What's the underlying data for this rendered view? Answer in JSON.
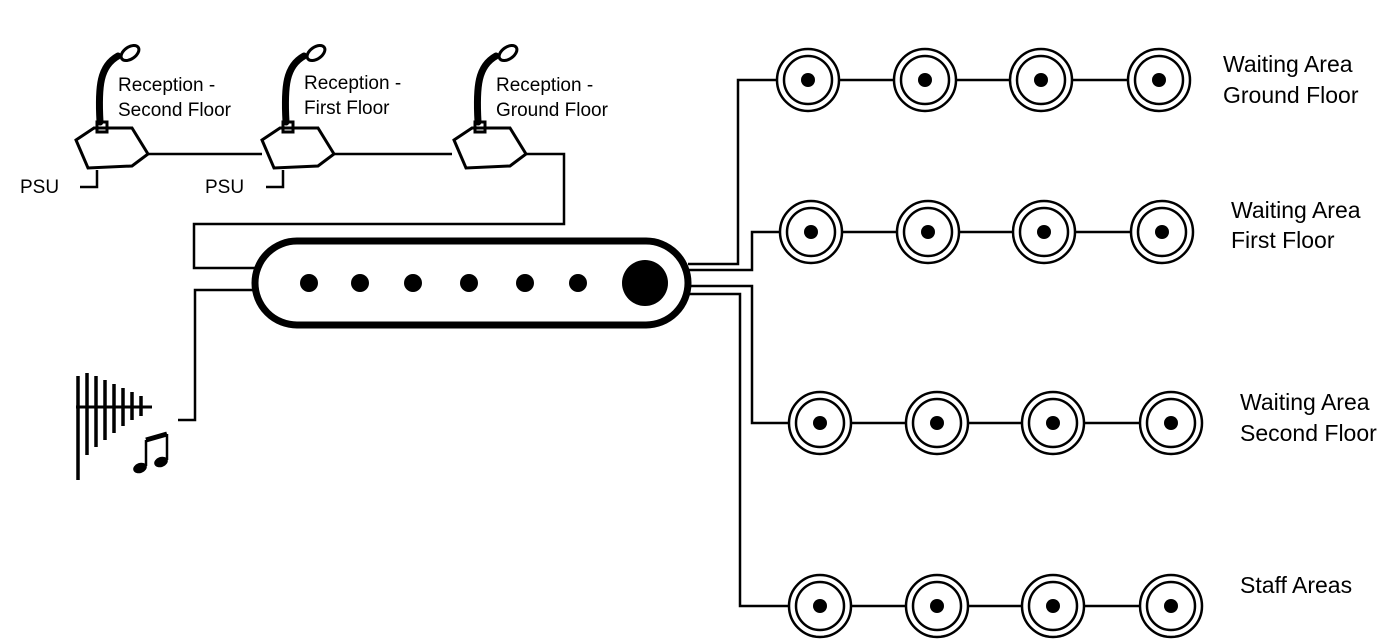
{
  "microphones": [
    {
      "id": "mic-second",
      "label_line1": "Reception -",
      "label_line2": "Second Floor",
      "psu": "PSU"
    },
    {
      "id": "mic-first",
      "label_line1": "Reception -",
      "label_line2": "First Floor",
      "psu": "PSU"
    },
    {
      "id": "mic-ground",
      "label_line1": "Reception -",
      "label_line2": "Ground Floor",
      "psu": ""
    }
  ],
  "amplifier": {
    "indicator_count": 6,
    "control_knob": "volume-knob"
  },
  "music_source": {
    "icons": [
      "xylophone-icon",
      "music-note-icon"
    ]
  },
  "zones": [
    {
      "id": "waiting-ground",
      "label_line1": "Waiting Area",
      "label_line2": "Ground Floor",
      "speaker_count": 4
    },
    {
      "id": "waiting-first",
      "label_line1": "Waiting Area",
      "label_line2": "First Floor",
      "speaker_count": 4
    },
    {
      "id": "waiting-second",
      "label_line1": "Waiting Area",
      "label_line2": "Second Floor",
      "speaker_count": 4
    },
    {
      "id": "staff",
      "label_line1": "Staff Areas",
      "label_line2": "",
      "speaker_count": 4
    }
  ],
  "colors": {
    "line": "#000000",
    "background": "#ffffff"
  }
}
